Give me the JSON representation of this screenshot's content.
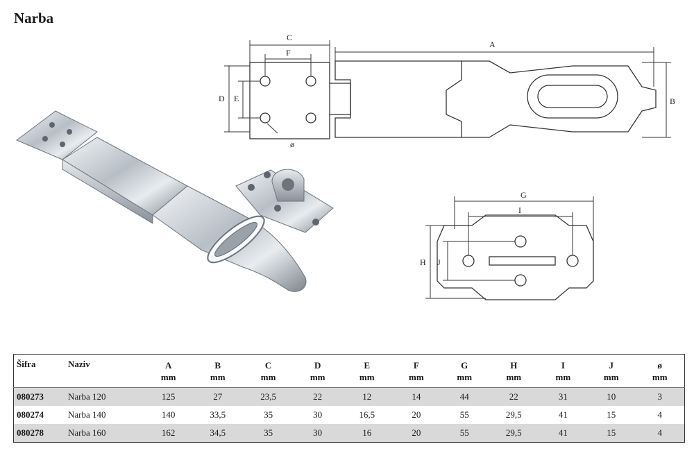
{
  "title": "Narba",
  "drawing_labels": {
    "hasp": {
      "A": "A",
      "B": "B",
      "C": "C",
      "D": "D",
      "E": "E",
      "F": "F",
      "diameter": "ø"
    },
    "staple": {
      "G": "G",
      "H": "H",
      "I": "I",
      "J": "J"
    }
  },
  "table": {
    "headers": [
      {
        "label": "Šifra",
        "unit": ""
      },
      {
        "label": "Naziv",
        "unit": ""
      },
      {
        "label": "A",
        "unit": "mm"
      },
      {
        "label": "B",
        "unit": "mm"
      },
      {
        "label": "C",
        "unit": "mm"
      },
      {
        "label": "D",
        "unit": "mm"
      },
      {
        "label": "E",
        "unit": "mm"
      },
      {
        "label": "F",
        "unit": "mm"
      },
      {
        "label": "G",
        "unit": "mm"
      },
      {
        "label": "H",
        "unit": "mm"
      },
      {
        "label": "I",
        "unit": "mm"
      },
      {
        "label": "J",
        "unit": "mm"
      },
      {
        "label": "ø",
        "unit": "mm"
      }
    ],
    "rows": [
      [
        "080273",
        "Narba 120",
        "125",
        "27",
        "23,5",
        "22",
        "12",
        "14",
        "44",
        "22",
        "31",
        "10",
        "3"
      ],
      [
        "080274",
        "Narba 140",
        "140",
        "33,5",
        "35",
        "30",
        "16,5",
        "20",
        "55",
        "29,5",
        "41",
        "15",
        "4"
      ],
      [
        "080278",
        "Narba 160",
        "162",
        "34,5",
        "35",
        "30",
        "16",
        "20",
        "55",
        "29,5",
        "41",
        "15",
        "4"
      ]
    ]
  }
}
